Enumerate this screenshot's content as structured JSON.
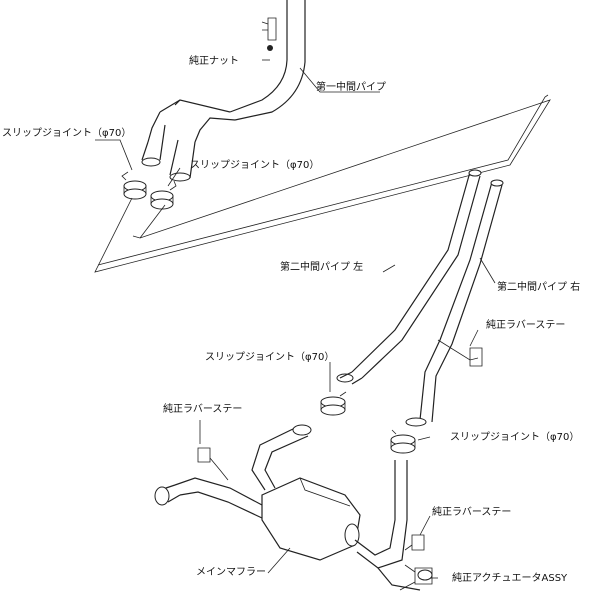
{
  "labels": {
    "junsei_nut": "純正ナット",
    "first_mid_pipe": "第一中間パイプ",
    "slip_joint_left": "スリップジョイント（φ70）",
    "slip_joint_center": "スリップジョイント（φ70）",
    "second_mid_pipe_left": "第二中間パイプ 左",
    "second_mid_pipe_right": "第二中間パイプ 右",
    "rubber_stay_upper": "純正ラバーステー",
    "slip_joint_mid": "スリップジョイント（φ70）",
    "rubber_stay_left": "純正ラバーステー",
    "slip_joint_lower": "スリップジョイント（φ70）",
    "rubber_stay_lower": "純正ラバーステー",
    "main_muffler": "メインマフラー",
    "actuator_assy": "純正アクチュエータASSY"
  }
}
